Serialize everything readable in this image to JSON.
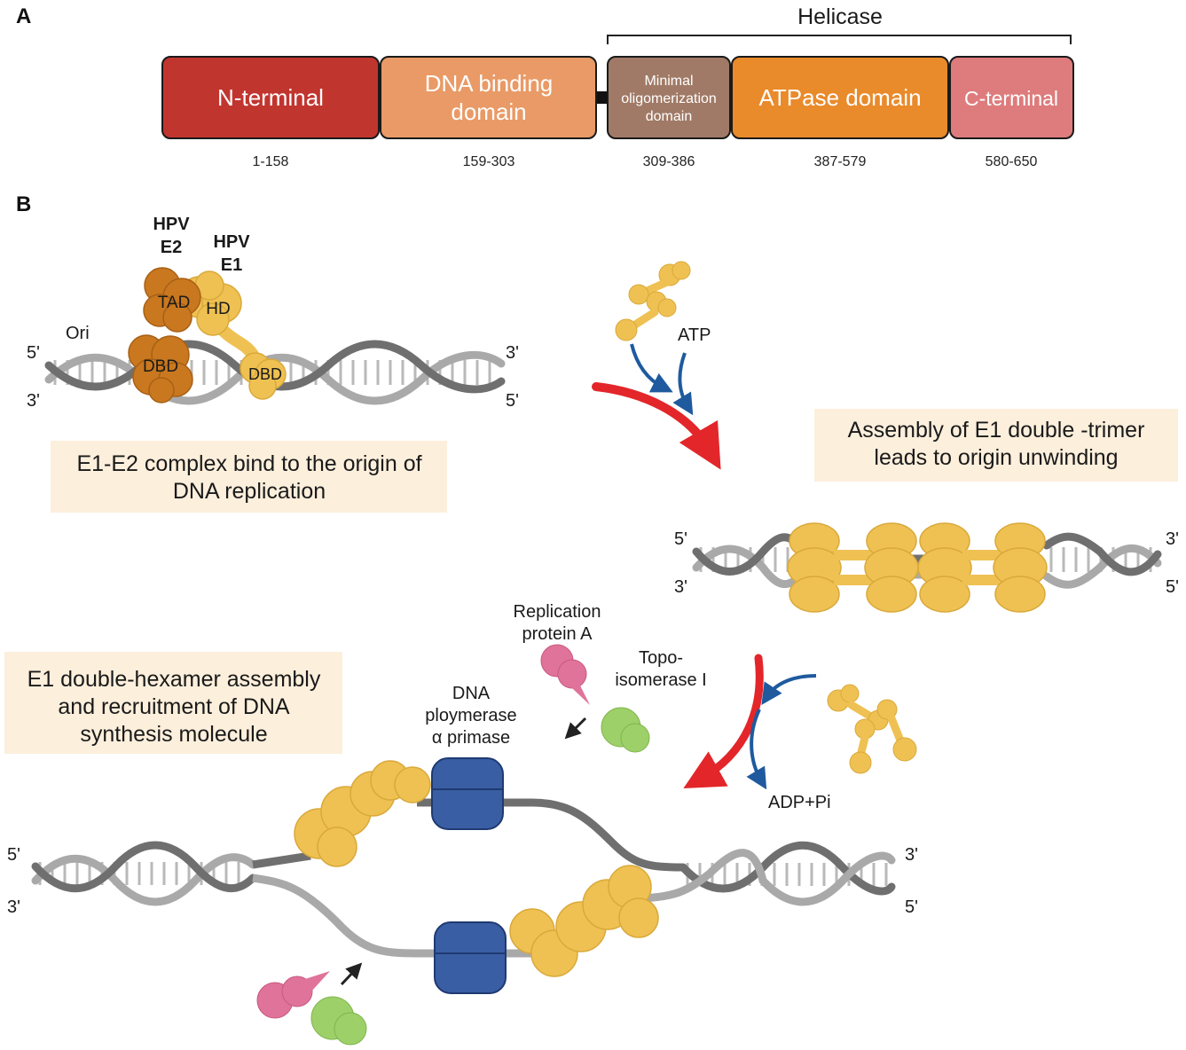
{
  "panels": {
    "a": "A",
    "b": "B"
  },
  "panel_a": {
    "helicase_label": "Helicase",
    "domains": [
      {
        "name": "N-terminal",
        "range": "1-158",
        "color": "#c1352f"
      },
      {
        "name": "DNA binding domain",
        "line1": "DNA binding",
        "line2": "domain",
        "range": "159-303",
        "color": "#e99a66"
      },
      {
        "name": "Minimal oligomerization domain",
        "line1": "Minimal",
        "line2": "oligomerization",
        "line3": "domain",
        "range": "309-386",
        "color": "#a07a66"
      },
      {
        "name": "ATPase domain",
        "range": "387-579",
        "color": "#e98a2b"
      },
      {
        "name": "C-terminal",
        "range": "580-650",
        "color": "#de7b7c"
      }
    ]
  },
  "panel_b": {
    "step1": {
      "hpv_e2": {
        "line1": "HPV",
        "line2": "E2"
      },
      "hpv_e1": {
        "line1": "HPV",
        "line2": "E1"
      },
      "tad": "TAD",
      "hd": "HD",
      "dbd_e2": "DBD",
      "dbd_e1": "DBD",
      "ori": "Ori",
      "five_prime_top": "5'",
      "three_prime_bottom": "3'",
      "three_prime_top_right": "3'",
      "five_prime_bottom_right": "5'",
      "caption_line1": "E1-E2 complex bind to the origin of",
      "caption_line2": "DNA replication"
    },
    "step2": {
      "atp": "ATP",
      "caption_line1": "Assembly of E1 double -trimer",
      "caption_line2": "leads to origin unwinding",
      "five_prime_top": "5'",
      "three_prime_bottom": "3'",
      "three_prime_top_right": "3'",
      "five_prime_bottom_right": "5'"
    },
    "step3": {
      "adp": "ADP+Pi",
      "rpa": {
        "line1": "Replication",
        "line2": "protein A"
      },
      "topo": {
        "line1": "Topo-",
        "line2": "isomerase I"
      },
      "pol": {
        "line1": "DNA",
        "line2": "ploymerase",
        "line3": "α primase"
      },
      "caption_line1": "E1 double-hexamer assembly",
      "caption_line2": "and recruitment of DNA",
      "caption_line3": "synthesis molecule",
      "five_prime_top": "5'",
      "three_prime_bottom": "3'",
      "three_prime_top_right": "3'",
      "five_prime_bottom_right": "5'"
    },
    "colors": {
      "e1_yellow": "#efc153",
      "e2_orange": "#c9781f",
      "caption_bg": "#fcefdc",
      "red_arrow": "#e3262a",
      "blue_arrow": "#1f5a9e",
      "polymerase_blue": "#3a5ea3",
      "rpa_pink": "#e0739a",
      "topo_green": "#9ed06a"
    }
  }
}
